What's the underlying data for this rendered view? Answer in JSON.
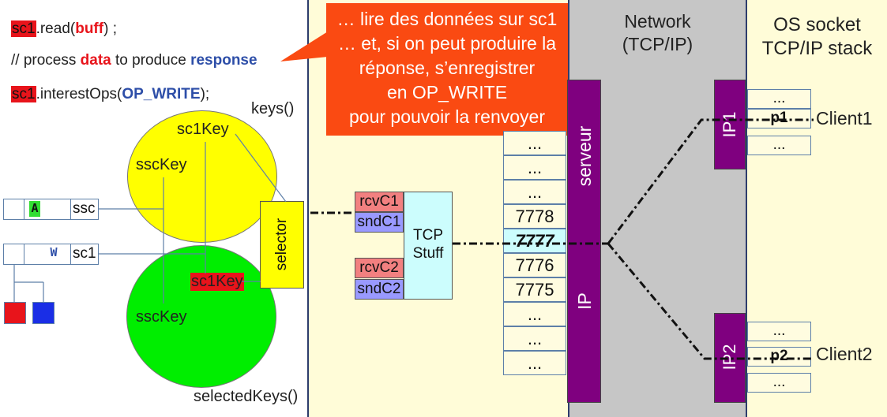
{
  "code": {
    "line1": {
      "var": "sc1",
      "method": ".read(",
      "arg": "buff",
      "end": ") ;"
    },
    "line2": {
      "prefix": "// process ",
      "data": "data",
      "middle": " to produce ",
      "response": "response"
    },
    "line3": {
      "var": "sc1",
      "method": ".interestOps(",
      "arg": "OP_WRITE",
      "end": ");"
    }
  },
  "keys_label": "keys()",
  "selected_keys_label": "selectedKeys()",
  "yellow_circle": {
    "key1": "sc1Key",
    "key2": "sscKey"
  },
  "green_circle": {
    "key1": "sc1Key",
    "key2": "sscKey"
  },
  "channels": [
    {
      "flag": "A",
      "name": "ssc"
    },
    {
      "flag": "W",
      "name": "sc1"
    }
  ],
  "selector_label": "selector",
  "callout": {
    "lines": [
      "… lire des données sur sc1",
      "… et, si on peut produire la",
      "réponse, s’enregistrer",
      "en OP_WRITE",
      "pour pouvoir la renvoyer"
    ]
  },
  "buffers": [
    "rcvC1",
    "sndC1",
    "rcvC2",
    "sndC2"
  ],
  "tcp_stuff": [
    "TCP",
    "Stuff"
  ],
  "ports": [
    "...",
    "...",
    "...",
    "7778",
    "7777",
    "7776",
    "7775",
    "...",
    "...",
    "..."
  ],
  "server": {
    "top": "serveur",
    "bottom": "IP"
  },
  "network": {
    "title_line1": "Network",
    "title_line2": "(TCP/IP)"
  },
  "os_stack": {
    "line1": "OS socket",
    "line2": "TCP/IP stack"
  },
  "clients": [
    {
      "ip": "IP1",
      "ports": [
        "...",
        "p1",
        "..."
      ],
      "name": "Client1"
    },
    {
      "ip": "IP2",
      "ports": [
        "...",
        "p2",
        "..."
      ],
      "name": "Client2"
    }
  ],
  "colors": {
    "red": "#e8141b",
    "callout": "#fa4a12",
    "yellow": "#ffff00",
    "green": "#00ee00",
    "purple": "#7f007f",
    "network_gray": "#c6c6c6",
    "pale_yellow": "#fffcd8",
    "tcp_cyan": "#ccfdfd",
    "rcv_salmon": "#f28080",
    "snd_lavender": "#9999ff",
    "code_blue": "#2d4ea8"
  }
}
